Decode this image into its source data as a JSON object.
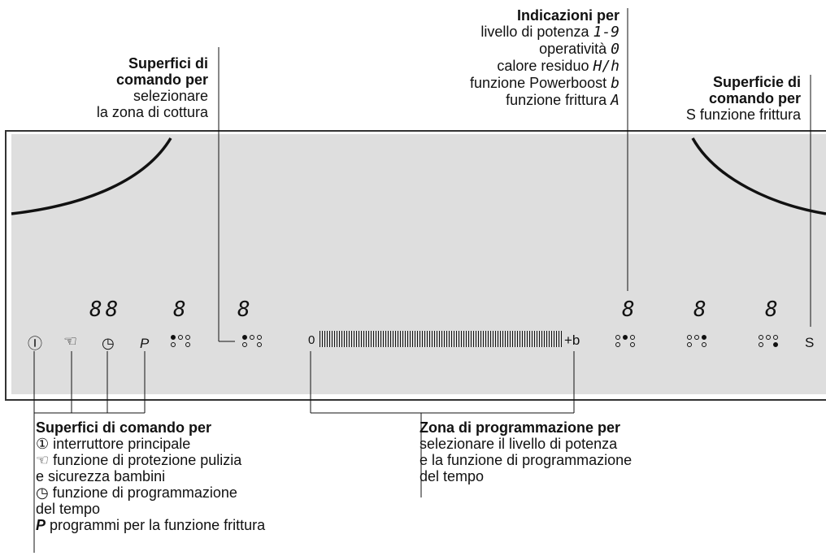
{
  "annotations": {
    "indicazioni": {
      "heading": "Indicazioni per",
      "lines": [
        {
          "text": "livello di potenza",
          "glyph": "1-9"
        },
        {
          "text": "operatività",
          "glyph": "0"
        },
        {
          "text": "calore residuo",
          "glyph": "H/h"
        },
        {
          "text": "funzione Powerboost",
          "glyph": "b"
        },
        {
          "text": "funzione frittura",
          "glyph": "A"
        }
      ]
    },
    "superfici_zona": {
      "heading1": "Superfici di",
      "heading2": "comando per",
      "line1": "selezionare",
      "line2": "la zona di cottura"
    },
    "superficie_s": {
      "heading1": "Superficie di",
      "heading2": "comando per",
      "symbol": "S",
      "line1": "funzione frittura"
    },
    "superfici_comando": {
      "heading": "Superfici di comando per",
      "items": [
        {
          "symbol": "①",
          "text": "interruttore principale"
        },
        {
          "symbol": "☜",
          "text": "funzione di protezione pulizia"
        },
        {
          "symbol": "",
          "text": "e sicurezza bambini"
        },
        {
          "symbol": "◷",
          "text": "funzione di programmazione"
        },
        {
          "symbol": "",
          "text": "del tempo"
        },
        {
          "symbol": "P",
          "text": "programmi per la funzione frittura"
        }
      ]
    },
    "zona_programmazione": {
      "heading": "Zona di programmazione per",
      "line1": "selezionare il livello di potenza",
      "line2": "e la funzione di programmazione",
      "line3": "del tempo"
    }
  },
  "panel": {
    "displays": {
      "timer": "88",
      "zone_left_back": "8",
      "zone_left_front": "8",
      "zone_right_front": "8",
      "zone_right_center": "8",
      "zone_right_back": "8"
    },
    "controls": {
      "main_switch": "Ⓘ",
      "protection": "☜",
      "timer": "◷",
      "programs": "P",
      "slider_zero": "0",
      "slider_plus": "+b",
      "fry_function": "S"
    }
  }
}
